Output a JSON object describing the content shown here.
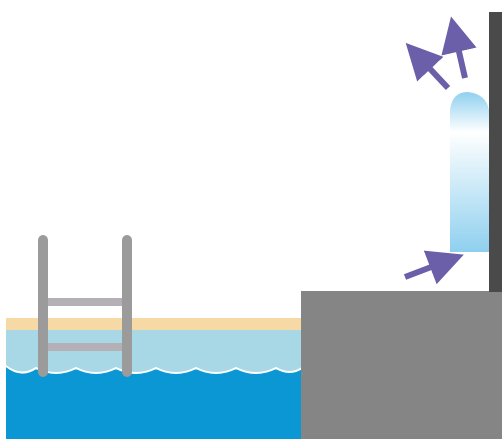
{
  "colors": {
    "background": "#ffffff",
    "pool_deck": "#f6d9a4",
    "water_surface": "#a8d8e6",
    "water_deep": "#0a97d4",
    "wave_crest": "#ffffff",
    "ladder": "#9b9b9b",
    "concrete_ledge": "#858585",
    "wall": "#4a4a4a",
    "splash_top": "#bfe6f7",
    "splash_bottom": "#8fd0ef",
    "arrow": "#6a5fa8"
  },
  "icons": {
    "ladder": "pool-ladder-icon",
    "splash": "water-splash-icon",
    "arrow": "motion-arrow-icon"
  },
  "arrows": [
    {
      "name": "incoming-arrow",
      "direction": "up-right"
    },
    {
      "name": "deflect-arrow-left",
      "direction": "up-left"
    },
    {
      "name": "deflect-arrow-up",
      "direction": "up"
    }
  ]
}
